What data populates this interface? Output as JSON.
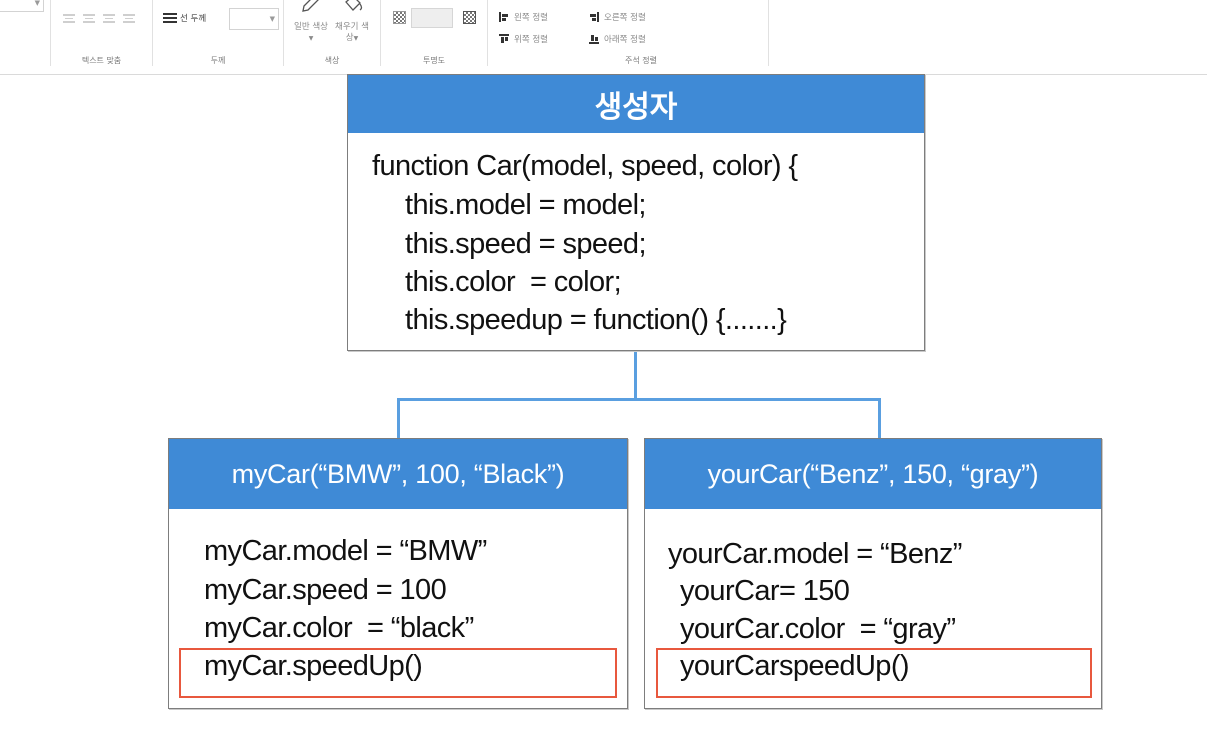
{
  "ribbon": {
    "line_width_label": "선 두께",
    "general_color_label": "일반 색상",
    "fill_color_label": "채우기 색상",
    "align_left_label": "왼쪽 정렬",
    "align_right_label": "오른쪽 정렬",
    "align_top_label": "위쪽 정렬",
    "align_bottom_label": "아래쪽 정렬",
    "group_text_align": "텍스트 맞춤",
    "group_thickness": "두께",
    "group_color": "색상",
    "group_transparency": "투명도",
    "group_annotation_align": "주석 정렬"
  },
  "diagram": {
    "constructor": {
      "title": "생성자",
      "lines": [
        "function Car(model, speed, color) {",
        "this.model = model;",
        "this.speed = speed;",
        "this.color  = color;",
        "this.speedup = function() {.......}"
      ]
    },
    "instances": [
      {
        "title": "myCar(“BMW”, 100, “Black”)",
        "lines": [
          "myCar.model = “BMW”",
          "myCar.speed = 100",
          "myCar.color  = “black”"
        ],
        "highlighted": "myCar.speedUp()"
      },
      {
        "title": "yourCar(“Benz”, 150, “gray”)",
        "lines": [
          "yourCar.model = “Benz”",
          "yourCar= 150",
          "yourCar.color  = “gray”"
        ],
        "highlighted": "yourCarspeedUp()"
      }
    ],
    "colors": {
      "header_blue": "#3f8ad6",
      "connector_blue": "#5a9fe0",
      "highlight_red": "#e8583e",
      "box_border": "#7d7d7d"
    }
  }
}
